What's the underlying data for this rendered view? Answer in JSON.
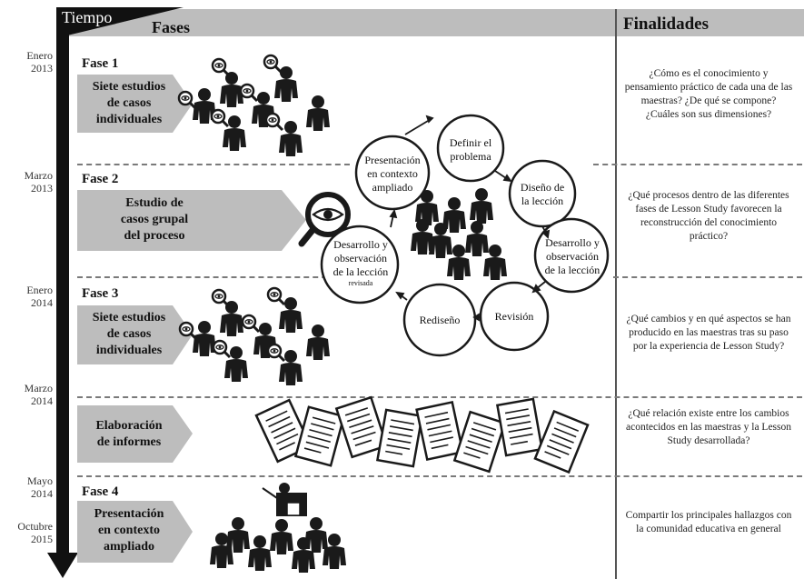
{
  "header": {
    "tiempo": "Tiempo",
    "fases": "Fases",
    "finalidades": "Finalidades"
  },
  "dates": [
    {
      "line1": "Enero",
      "line2": "2013"
    },
    {
      "line1": "Marzo",
      "line2": "2013"
    },
    {
      "line1": "Enero",
      "line2": "2014"
    },
    {
      "line1": "Marzo",
      "line2": "2014"
    },
    {
      "line1": "Mayo",
      "line2": "2014"
    },
    {
      "line1": "Octubre",
      "line2": "2015"
    }
  ],
  "phases": [
    {
      "title": "Fase 1",
      "arrow": [
        "Siete estudios",
        "de casos",
        "individuales"
      ]
    },
    {
      "title": "Fase 2",
      "arrow": [
        "Estudio de",
        "casos grupal",
        "del proceso"
      ]
    },
    {
      "title": "Fase 3",
      "arrow": [
        "Siete estudios",
        "de casos",
        "individuales"
      ]
    },
    {
      "title": "",
      "arrow": [
        "Elaboración",
        "de informes"
      ]
    },
    {
      "title": "Fase 4",
      "arrow": [
        "Presentación",
        "en contexto",
        "ampliado"
      ]
    }
  ],
  "cycle": {
    "presentacion": [
      "Presentación",
      "en contexto",
      "ampliado"
    ],
    "definir": [
      "Definir el",
      "problema"
    ],
    "diseno": [
      "Diseño de",
      "la lección"
    ],
    "desarrollo": [
      "Desarrollo y",
      "observación",
      "de la lección"
    ],
    "revision": "Revisión",
    "rediseno": "Rediseño",
    "desarrollo_rev": [
      "Desarrollo y",
      "observación",
      "de la lección"
    ],
    "revisada": "revisada"
  },
  "finalidades": [
    "¿Cómo es el conocimiento y pensamiento práctico de cada una de las maestras? ¿De qué se compone? ¿Cuáles son sus dimensiones?",
    "¿Qué procesos dentro de las diferentes fases de Lesson Study favorecen la reconstrucción del conocimiento práctico?",
    "¿Qué cambios y en qué aspectos se han producido en las maestras tras su paso por la experiencia de Lesson Study?",
    "¿Qué relación existe entre los cambios acontecidos en las maestras y la Lesson Study desarrollada?",
    "Compartir los principales hallazgos con la comunidad educativa en general"
  ],
  "colors": {
    "header": "#bdbdbd",
    "arrow": "#bdbdbd",
    "timeline": "#111111",
    "figures": "#1a1a1a"
  },
  "icons": [
    "person-icon",
    "magnifier-icon",
    "eye-icon",
    "document-icon",
    "teacher-icon"
  ]
}
